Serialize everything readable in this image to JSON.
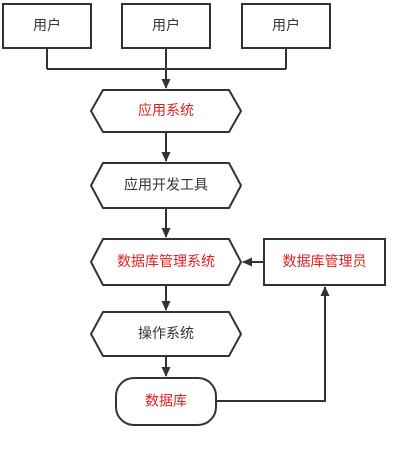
{
  "diagram": {
    "users": [
      "用户",
      "用户",
      "用户"
    ],
    "app_system": "应用系统",
    "dev_tools": "应用开发工具",
    "dbms": "数据库管理系统",
    "dba": "数据库管理员",
    "os": "操作系统",
    "database": "数据库"
  },
  "colors": {
    "stroke": "#333333",
    "text": "#333333",
    "highlight": "#e02020",
    "fill": "#ffffff"
  }
}
